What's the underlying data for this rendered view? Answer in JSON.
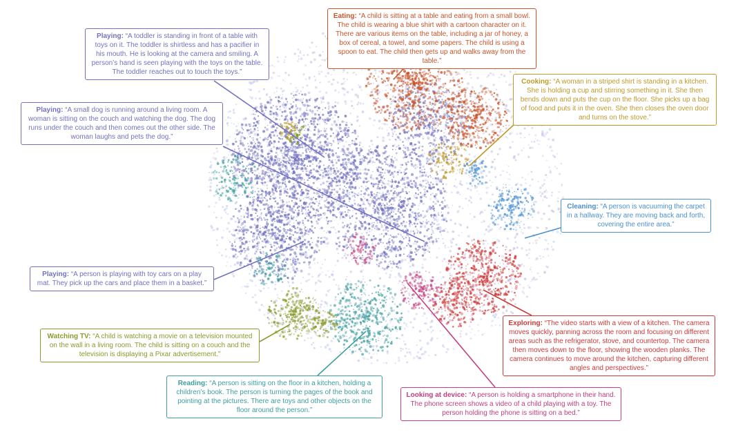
{
  "colors": {
    "playing": "#7272c0",
    "eating": "#c8552c",
    "cooking": "#bf9a2a",
    "cleaning": "#4a90d0",
    "exploring": "#cd3a3a",
    "device": "#c2407f",
    "reading": "#3f9e9e",
    "tv": "#8a9a2c"
  },
  "annotations": [
    {
      "id": "playing1",
      "color_key": "playing",
      "title": "Playing:",
      "text": "“A toddler is standing in front of a table with toys on it. The toddler is shirtless and has a pacifier in his mouth. He is looking at the camera and smiling. A person’s hand is seen playing with the toys on the table. The toddler reaches out to touch the toys.”"
    },
    {
      "id": "eating",
      "color_key": "eating",
      "title": "Eating:",
      "text": "“A child is sitting at a table and eating from a small bowl. The child is wearing a blue shirt with a cartoon character on it. There are various items on the table, including a jar of honey, a box of cereal, a towel, and some papers. The child is using a spoon to eat. The child then gets up and walks away from the table.”"
    },
    {
      "id": "cooking",
      "color_key": "cooking",
      "title": "Cooking:",
      "text": "“A woman in a striped shirt is standing in a kitchen. She is holding a cup and stirring something in it. She then bends down and puts the cup on the floor. She picks up a bag of food and puts it in the oven. She then closes the oven door and turns on the stove.”"
    },
    {
      "id": "playing2",
      "color_key": "playing",
      "title": "Playing:",
      "text": "“A small dog is running around a living room. A woman is sitting on the couch and watching the dog. The dog runs under the couch and then comes out the other side. The woman laughs and pets the dog.”"
    },
    {
      "id": "cleaning",
      "color_key": "cleaning",
      "title": "Cleaning:",
      "text": "“A person is vacuuming the carpet in a hallway. They are moving back and forth, covering the entire area.”"
    },
    {
      "id": "playing3",
      "color_key": "playing",
      "title": "Playing:",
      "text": "“A person is playing with toy cars on a play mat. They pick up the cars and place them in a basket.”"
    },
    {
      "id": "exploring",
      "color_key": "exploring",
      "title": "Exploring:",
      "text": "“The video starts with a view of a kitchen. The camera moves quickly, panning across the room and focusing on different areas such as the refrigerator, stove, and countertop. The camera then moves down to the floor, showing the wooden planks. The camera continues to move around the kitchen, capturing different angles and perspectives.”"
    },
    {
      "id": "tv",
      "color_key": "tv",
      "title": "Watching TV:",
      "text": "“A child is watching a movie on a television mounted on the wall in a living room. The child is sitting on a couch and the television is displaying a Pixar advertisement.”"
    },
    {
      "id": "reading",
      "color_key": "reading",
      "title": "Reading:",
      "text": "“A person is sitting on the floor in a kitchen, holding a children’s book. The person is turning the pages of the book and pointing at the pictures. There are toys and other objects on the floor around the person.”"
    },
    {
      "id": "device",
      "color_key": "device",
      "title": "Looking at device:",
      "text": "“A person is holding a smartphone in their hand. The phone screen shows a video of a child playing with a toy. The person holding the phone is sitting on a bed.”"
    }
  ]
}
